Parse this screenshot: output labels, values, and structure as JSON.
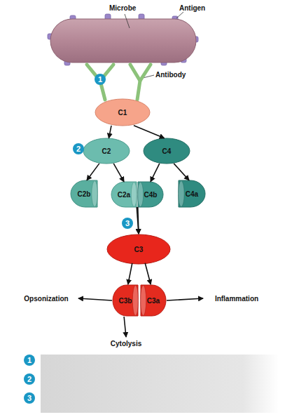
{
  "diagram": {
    "nodes": [
      {
        "text": [
          "C1"
        ]
      },
      {
        "text": [
          "C2"
        ]
      },
      {
        "text": [
          "C4"
        ]
      },
      {
        "text": [
          "C2b"
        ]
      },
      {
        "text": [
          "C2a"
        ]
      },
      {
        "text": [
          "C4b"
        ]
      },
      {
        "text": [
          "C4a"
        ]
      },
      {
        "text": [
          "C3"
        ]
      },
      {
        "text": [
          "Opsonization"
        ]
      },
      {
        "text": [
          "C3b"
        ]
      },
      {
        "text": [
          "C3a"
        ]
      },
      {
        "text": [
          "Inflammation"
        ]
      },
      {
        "text": [
          "Cytolysis"
        ]
      }
    ],
    "edges": [
      {
        "from": 0,
        "to": 1,
        "arrow": "to"
      },
      {
        "from": 0,
        "to": 2,
        "arrow": "to"
      },
      {
        "from": 1,
        "to": 3,
        "arrow": "to"
      },
      {
        "from": 1,
        "to": 4,
        "arrow": "to"
      },
      {
        "from": 2,
        "to": 5,
        "arrow": "to"
      },
      {
        "from": 2,
        "to": 6,
        "arrow": "to"
      },
      {
        "from": 4,
        "to": 7,
        "arrow": "to"
      },
      {
        "from": 5,
        "to": 7,
        "arrow": "to"
      },
      {
        "from": 7,
        "to": 9,
        "arrow": "to"
      },
      {
        "from": 7,
        "to": 10,
        "arrow": "to"
      },
      {
        "from": 9,
        "to": 8,
        "arrow": "to"
      },
      {
        "from": 10,
        "to": 11,
        "arrow": "to"
      },
      {
        "from": 9,
        "to": 12,
        "arrow": "to"
      }
    ],
    "labels": [
      "Microbe",
      "Antigen",
      "Antibody",
      "1",
      "2",
      "3",
      "1",
      "2",
      "3"
    ]
  }
}
